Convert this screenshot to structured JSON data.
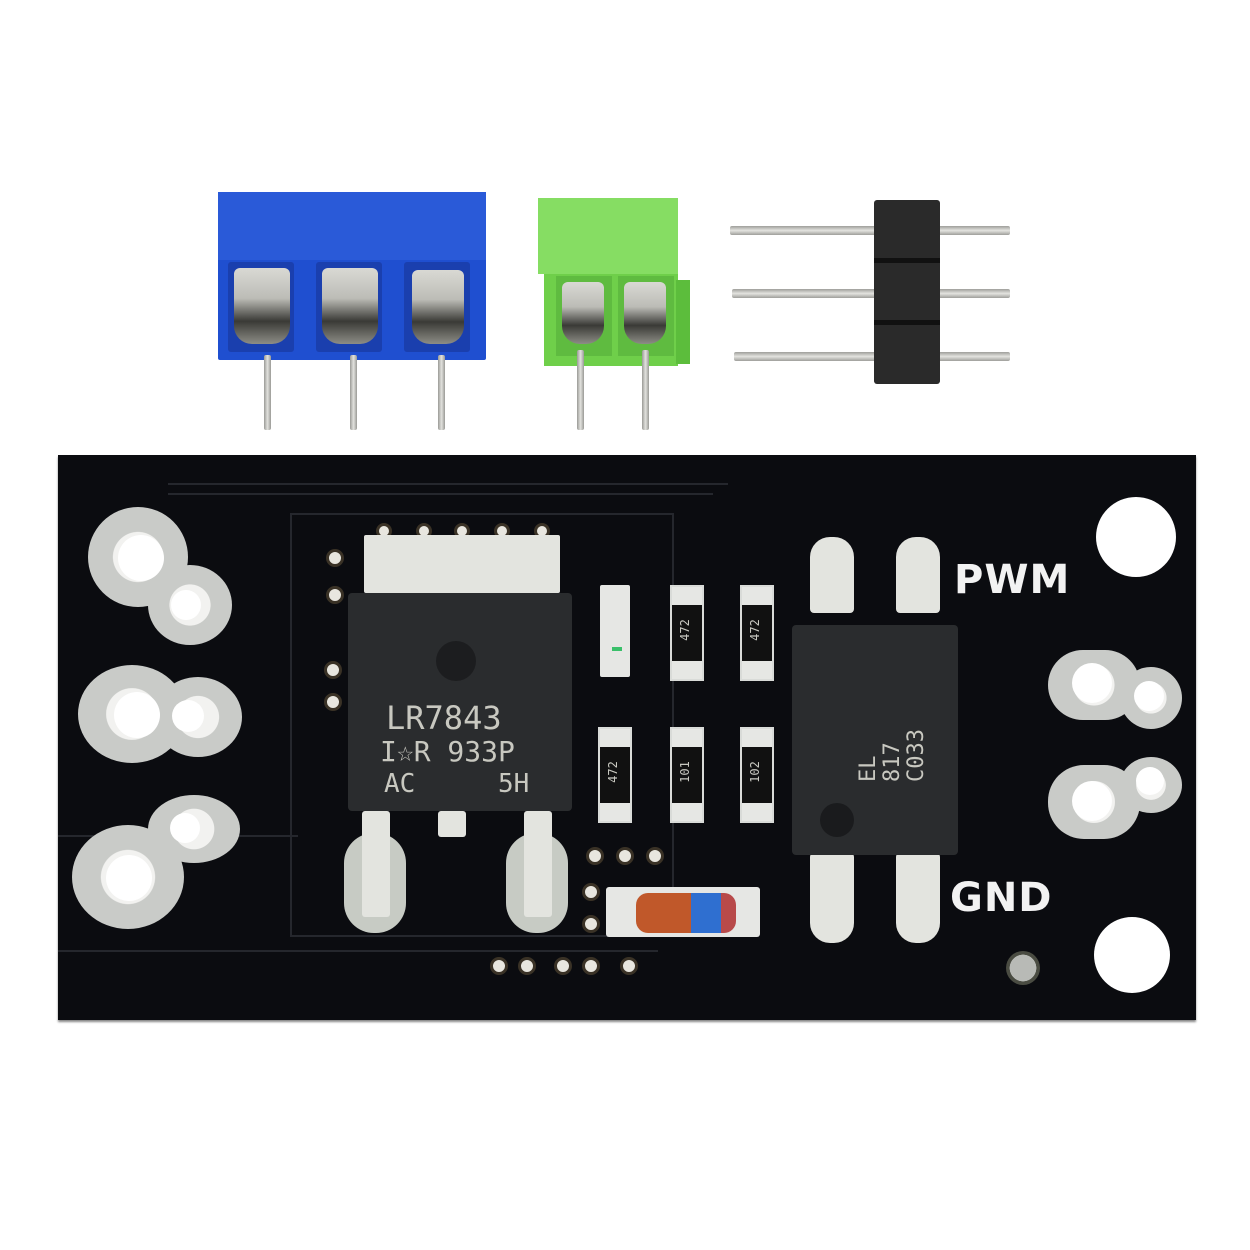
{
  "scene": {
    "description": "MOSFET driver module PCB with loose accessories",
    "background_color": "#ffffff"
  },
  "accessories": {
    "blue_terminal": {
      "positions": 3,
      "color": "#1f4fd0"
    },
    "green_terminal": {
      "positions": 2,
      "color": "#6fcf4a"
    },
    "pin_header": {
      "pins": 3,
      "color": "#2a2a2a"
    }
  },
  "pcb": {
    "color": "#0b0c10",
    "labels": {
      "pwm": "PWM",
      "gnd": "GND"
    },
    "mosfet": {
      "line1": "LR7843",
      "line2": "I☆R 933P",
      "line3_left": "AC",
      "line3_right": "5H"
    },
    "optocoupler": {
      "line1": "EL",
      "line2": "817",
      "line3": "C033"
    },
    "resistors": [
      {
        "code": "472"
      },
      {
        "code": "472"
      },
      {
        "code": "472"
      },
      {
        "code": "101"
      },
      {
        "code": "102"
      }
    ],
    "diode_colors": [
      "#c0582a",
      "#2f6fd0"
    ]
  }
}
